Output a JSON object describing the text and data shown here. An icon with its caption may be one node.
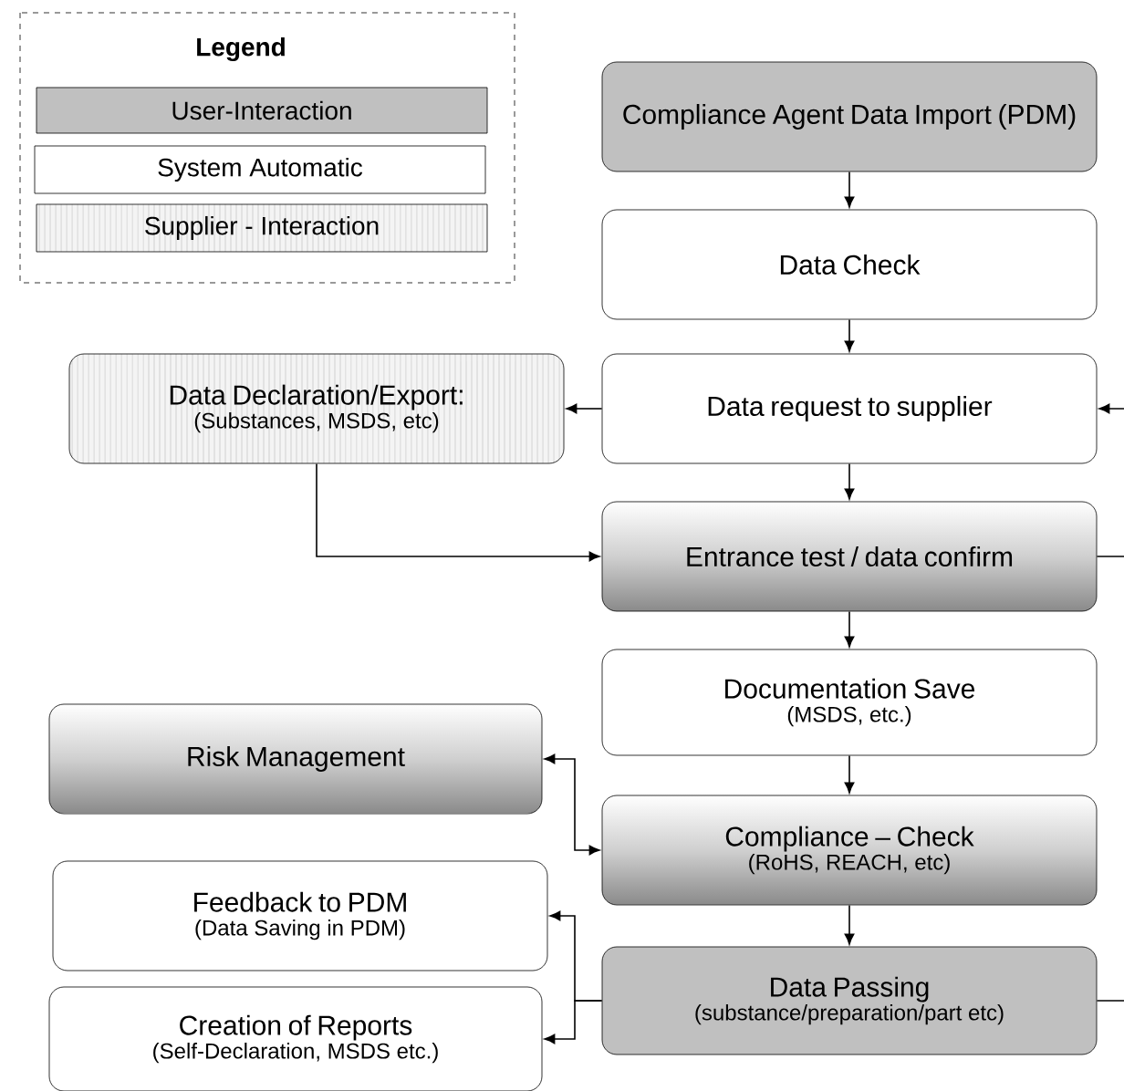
{
  "diagram": {
    "nodes": [
      {
        "text": [
          "Compliance Agent Data Import (PDM)"
        ]
      },
      {
        "text": [
          "Data Check"
        ]
      },
      {
        "text": [
          "Data request to supplier"
        ]
      },
      {
        "text": [
          "Data Declaration/Export:",
          "(Substances, MSDS, etc)"
        ]
      },
      {
        "text": [
          "Entrance test / data confirm"
        ]
      },
      {
        "text": [
          "Documentation Save",
          "(MSDS, etc.)"
        ]
      },
      {
        "text": [
          "Risk Management"
        ]
      },
      {
        "text": [
          "Compliance – Check",
          "(RoHS, REACH, etc)"
        ]
      },
      {
        "text": [
          "Feedback to PDM",
          "(Data Saving in PDM)"
        ]
      },
      {
        "text": [
          "Data Passing",
          "(substance/preparation/part etc)"
        ]
      },
      {
        "text": [
          "Creation of Reports",
          "(Self-Declaration, MSDS etc.)"
        ]
      }
    ],
    "edges": [
      {
        "from": 0,
        "to": 1,
        "arrow": "to"
      },
      {
        "from": 1,
        "to": 2,
        "arrow": "to"
      },
      {
        "from": 2,
        "to": 3,
        "arrow": "to"
      },
      {
        "from": null,
        "to": 2,
        "arrow": "to"
      },
      {
        "from": 2,
        "to": 4,
        "arrow": "to"
      },
      {
        "from": 3,
        "to": 4,
        "arrow": "to"
      },
      {
        "from": 4,
        "to": null,
        "arrow": "none"
      },
      {
        "from": 4,
        "to": 5,
        "arrow": "to"
      },
      {
        "from": 5,
        "to": 7,
        "arrow": "to"
      },
      {
        "from": 7,
        "to": 6,
        "arrow": "both"
      },
      {
        "from": 7,
        "to": 9,
        "arrow": "to"
      },
      {
        "from": 9,
        "to": 8,
        "arrow": "to"
      },
      {
        "from": 9,
        "to": 10,
        "arrow": "to"
      },
      {
        "from": 9,
        "to": null,
        "arrow": "none"
      }
    ],
    "labels": [
      "Legend"
    ],
    "legend": [
      {
        "text": "User-Interaction",
        "color": "#c0c0c0"
      },
      {
        "text": "System Automatic"
      },
      {
        "text": "Supplier - Interaction"
      }
    ]
  }
}
